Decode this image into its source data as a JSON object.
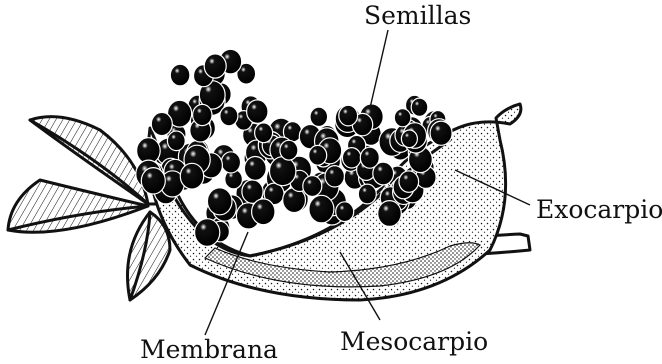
{
  "labels": {
    "seeds": "Semillas",
    "exocarp": "Exocarpio",
    "membrane": "Membrana",
    "mesocarp": "Mesocarpio"
  },
  "colors": {
    "ink": "#111111",
    "paper": "#ffffff"
  }
}
